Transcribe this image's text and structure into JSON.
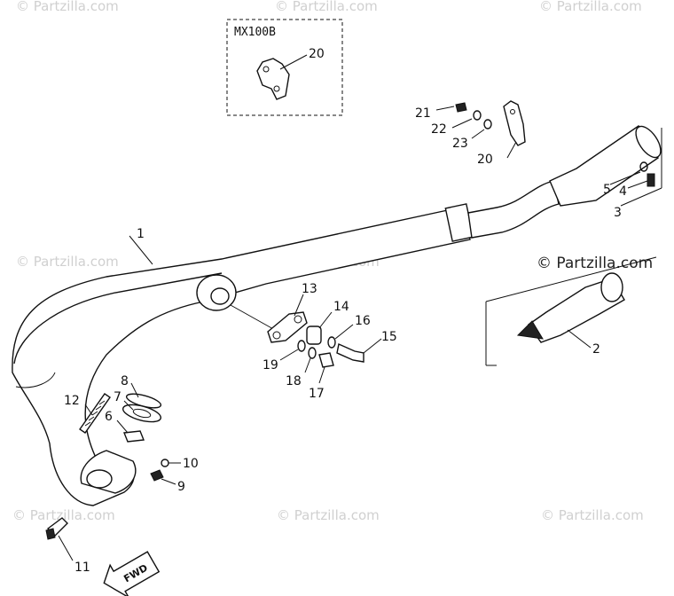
{
  "watermarks": {
    "text": "© Partzilla.com",
    "center_text": "© Partzilla.com"
  },
  "inset": {
    "model_label": "MX100B",
    "part": "20"
  },
  "callouts": {
    "p1": "1",
    "p2": "2",
    "p3": "3",
    "p4": "4",
    "p5": "5",
    "p6": "6",
    "p7": "7",
    "p8": "8",
    "p9": "9",
    "p10": "10",
    "p11": "11",
    "p12": "12",
    "p13": "13",
    "p14": "14",
    "p15": "15",
    "p16": "16",
    "p17": "17",
    "p18": "18",
    "p19": "19",
    "p20": "20",
    "p21": "21",
    "p22": "22",
    "p23": "23"
  },
  "fwd_label": "FWD"
}
